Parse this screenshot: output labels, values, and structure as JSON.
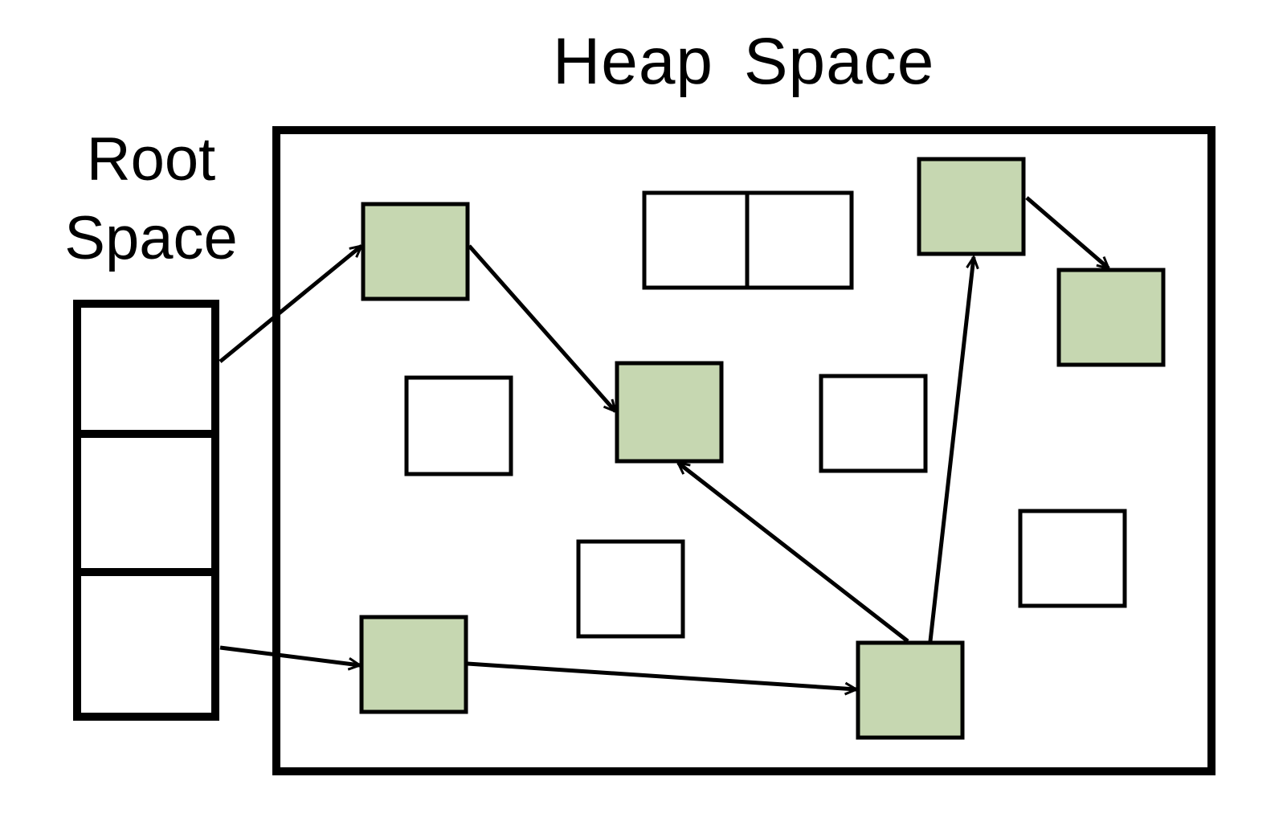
{
  "heap": {
    "title": "Heap Space"
  },
  "root": {
    "title_line1": "Root",
    "title_line2": "Space",
    "slots": 3
  },
  "colors": {
    "reachable_fill": "#c6d7b1",
    "unreachable_fill": "#ffffff",
    "stroke": "#000000"
  },
  "objects": [
    {
      "id": "obj-a",
      "reachable": true
    },
    {
      "id": "obj-b",
      "reachable": true
    },
    {
      "id": "obj-c",
      "reachable": true
    },
    {
      "id": "obj-d",
      "reachable": true
    },
    {
      "id": "obj-e",
      "reachable": true
    },
    {
      "id": "obj-f",
      "reachable": true
    },
    {
      "id": "obj-g",
      "reachable": false
    },
    {
      "id": "obj-h",
      "reachable": false
    },
    {
      "id": "obj-i",
      "reachable": false
    },
    {
      "id": "obj-j",
      "reachable": false
    },
    {
      "id": "obj-k",
      "reachable": false
    },
    {
      "id": "obj-l",
      "reachable": false
    }
  ],
  "references": [
    {
      "from": "root-slot-1",
      "to": "obj-a"
    },
    {
      "from": "root-slot-3",
      "to": "obj-e"
    },
    {
      "from": "obj-a",
      "to": "obj-c"
    },
    {
      "from": "obj-e",
      "to": "obj-f"
    },
    {
      "from": "obj-f",
      "to": "obj-c"
    },
    {
      "from": "obj-f",
      "to": "obj-b"
    },
    {
      "from": "obj-b",
      "to": "obj-d"
    }
  ]
}
